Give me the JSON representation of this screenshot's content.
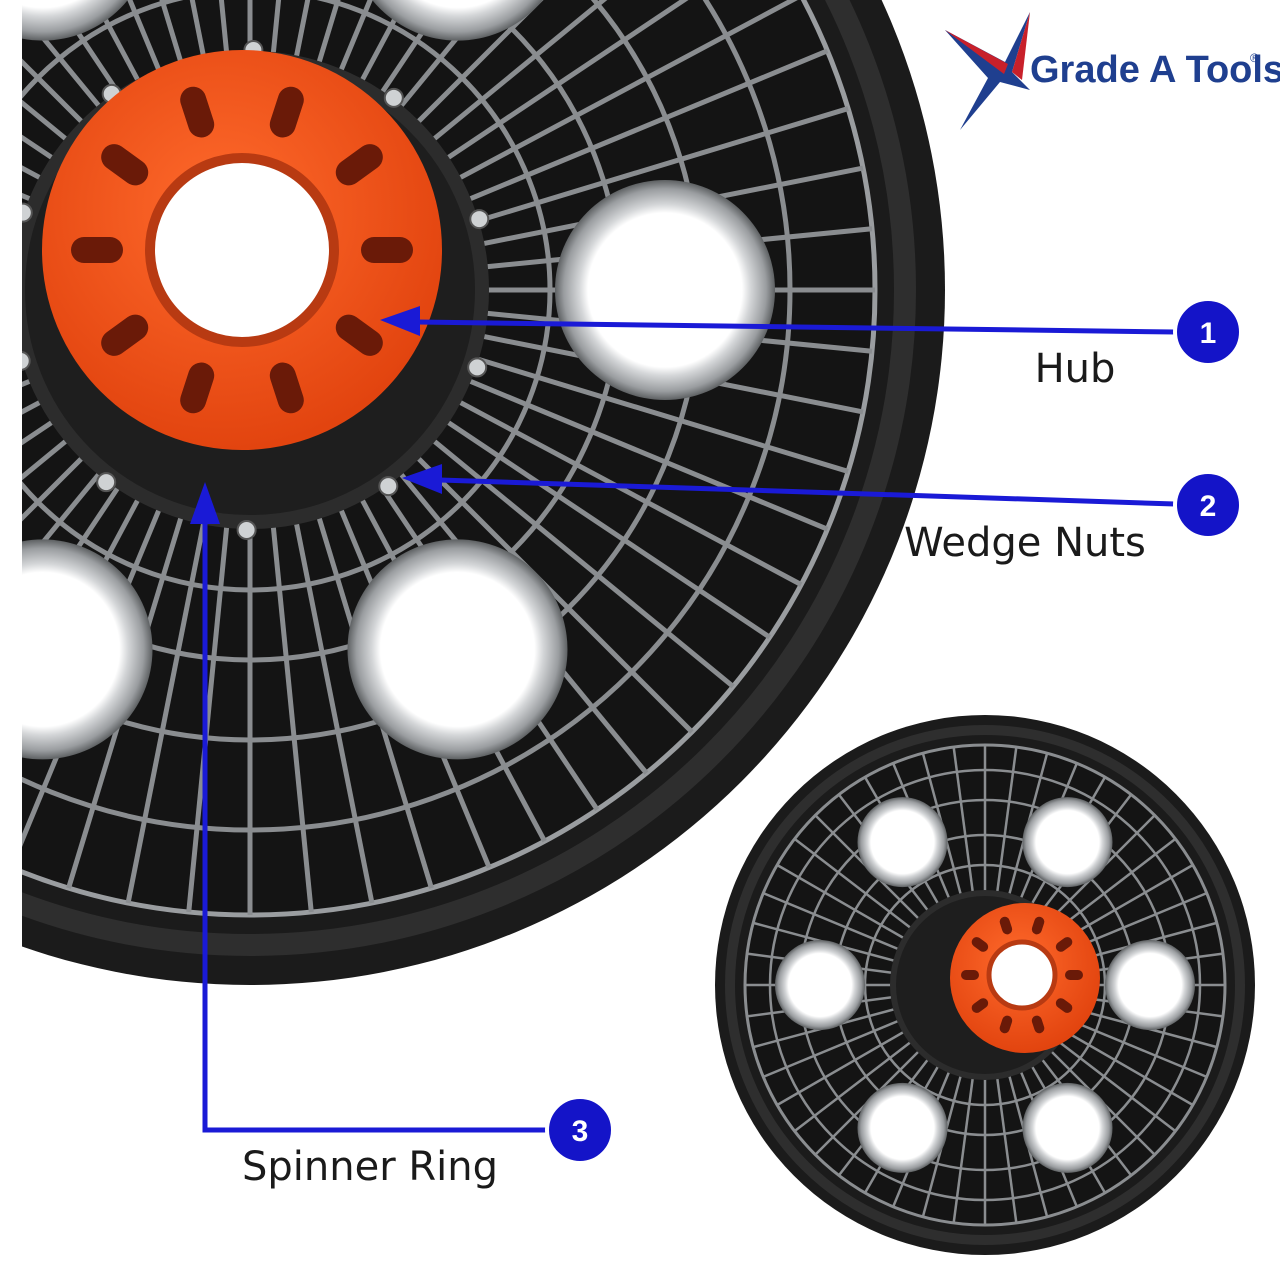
{
  "brand": {
    "name": "Grade A Tools",
    "registered_mark": "®",
    "colors": {
      "primary": "#1f3f8f",
      "accent": "#c8202a"
    }
  },
  "colors": {
    "leader": "#1a1ad6",
    "badge_fill": "#1414c8",
    "hub_orange": "#f2541b",
    "tire_black": "#1b1b1b",
    "spoke_gray": "#8a8d90",
    "hole_silver": "#b9bcbf"
  },
  "callouts": [
    {
      "number": "1",
      "label": "Hub"
    },
    {
      "number": "2",
      "label": "Wedge Nuts"
    },
    {
      "number": "3",
      "label": "Spinner Ring"
    }
  ]
}
